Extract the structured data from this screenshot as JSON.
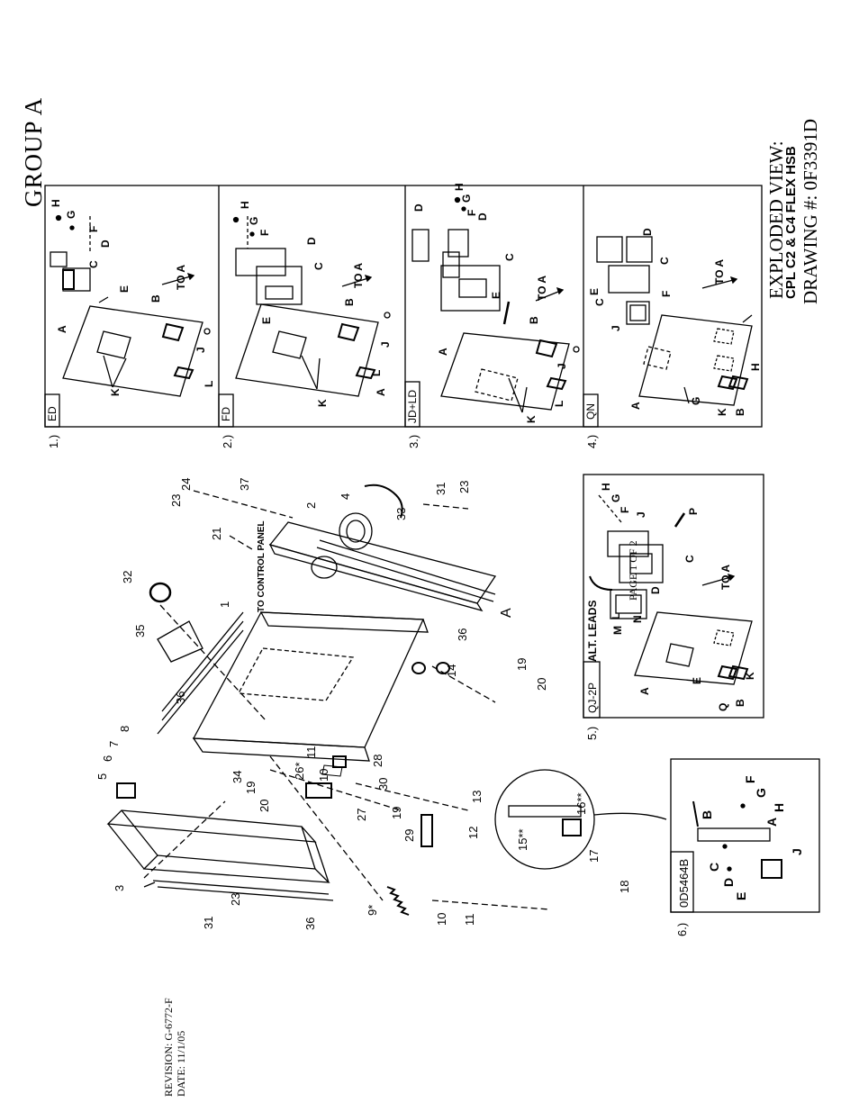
{
  "header": {
    "group_title": "GROUP  A"
  },
  "title_block": {
    "line1": "EXPLODED VIEW:",
    "line2": "CPL C2 & C4 FLEX HSB",
    "line3": "DRAWING #: 0F3391D"
  },
  "revision": {
    "line1": "REVISION: G-6772-F",
    "line2": "DATE: 11/1/05"
  },
  "page_label": "PAGE 1 OF 2",
  "panels": [
    {
      "num": "1.)",
      "tag": "ED"
    },
    {
      "num": "2.)",
      "tag": "FD"
    },
    {
      "num": "3.)",
      "tag": "JD+LD"
    },
    {
      "num": "4.)",
      "tag": "QN"
    }
  ],
  "panel5": {
    "num": "5.)",
    "tag": "QJ-2P",
    "alt": "ALT. LEADS"
  },
  "panel6": {
    "num": "6.)",
    "tag": "0D5464B"
  },
  "callouts": {
    "main": [
      "1",
      "2",
      "3",
      "4",
      "5",
      "6",
      "7",
      "8",
      "9*",
      "10",
      "11",
      "12",
      "13",
      "14",
      "15**",
      "16**",
      "17",
      "18",
      "19",
      "20",
      "21",
      "23",
      "24",
      "26*",
      "27",
      "28",
      "29",
      "30",
      "31",
      "32",
      "33",
      "34",
      "35",
      "36",
      "37",
      "A"
    ],
    "to_control_panel": "TO CONTROL PANEL",
    "letters": [
      "A",
      "B",
      "C",
      "D",
      "E",
      "F",
      "G",
      "H",
      "J",
      "K",
      "L",
      "M",
      "N",
      "P",
      "Q"
    ],
    "to_a": "TO A"
  }
}
